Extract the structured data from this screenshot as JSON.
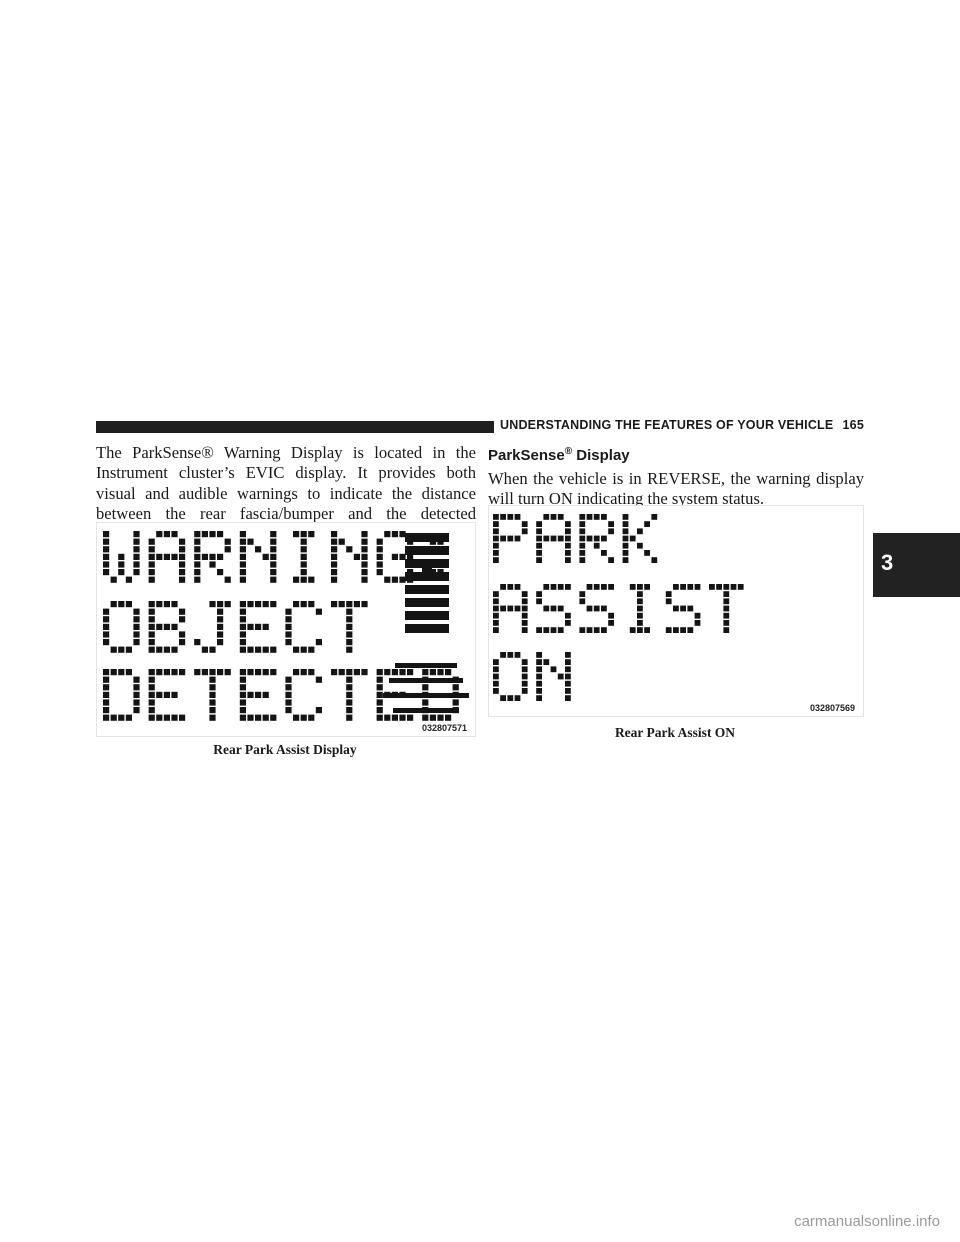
{
  "header": {
    "title": "UNDERSTANDING THE FEATURES OF YOUR VEHICLE",
    "page_number": "165"
  },
  "left_column": {
    "paragraph": "The ParkSense® Warning Display is located in the Instrument cluster’s EVIC display. It provides both visual and audible warnings to indicate the distance between the rear fascia/bumper and the detected obstacle.",
    "figure": {
      "lines": [
        "WARNING:",
        "OBJECT",
        "DETECTED"
      ],
      "code": "032807571",
      "caption": "Rear Park Assist Display"
    }
  },
  "right_column": {
    "heading_text": "ParkSense",
    "heading_symbol": "®",
    "heading_suffix": " Display",
    "paragraph": "When the vehicle is in REVERSE, the warning display will turn ON indicating the system status.",
    "figure": {
      "lines": [
        "PARK",
        "ASSIST",
        "ON"
      ],
      "code": "032807569",
      "caption": "Rear Park Assist ON"
    }
  },
  "chapter_tab": "3",
  "footer": "carmanualsonline.info"
}
